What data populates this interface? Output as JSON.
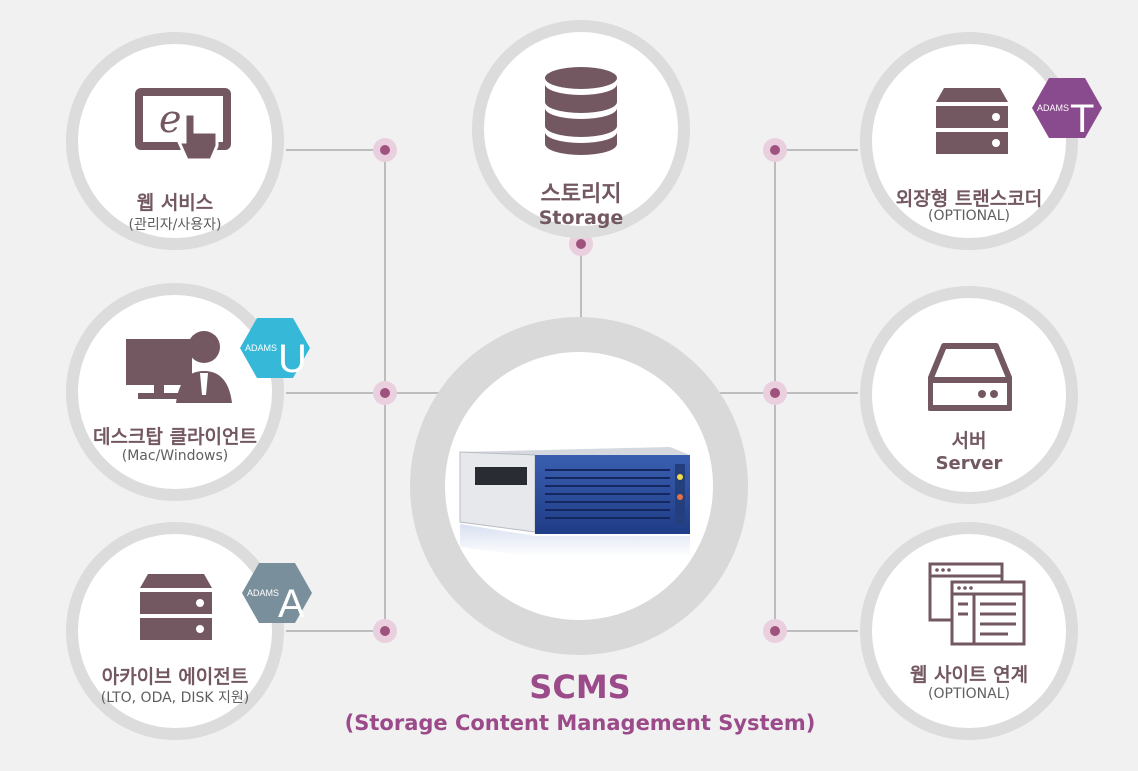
{
  "nodes": {
    "web_service": {
      "title": "웹 서비스",
      "sub": "(관리자/사용자)"
    },
    "storage": {
      "title": "스토리지",
      "sub": "Storage"
    },
    "transcoder": {
      "title": "외장형 트랜스코더",
      "sub": "(OPTIONAL)"
    },
    "desktop_client": {
      "title": "데스크탑 클라이언트",
      "sub": "(Mac/Windows)"
    },
    "server": {
      "title": "서버",
      "sub": "Server"
    },
    "archive_agent": {
      "title": "아카이브 에이전트",
      "sub": "(LTO, ODA, DISK 지원)"
    },
    "web_site": {
      "title": "웹 사이트 연계",
      "sub": "(OPTIONAL)"
    }
  },
  "badges": {
    "u": {
      "brand": "ADAMS",
      "letter": "U",
      "color": "#36b8d8"
    },
    "t": {
      "brand": "ADAMS",
      "letter": "T",
      "color": "#8a4a8e"
    },
    "a": {
      "brand": "ADAMS",
      "letter": "A",
      "color": "#7a8f9c"
    }
  },
  "center": {
    "title": "SCMS",
    "subtitle": "(Storage Content Management System)"
  },
  "colors": {
    "icon": "#735862",
    "accent": "#9b4a8a",
    "connector": "#bdbdbd",
    "dot": "#a0527f",
    "ring": "#dcdcdc"
  }
}
